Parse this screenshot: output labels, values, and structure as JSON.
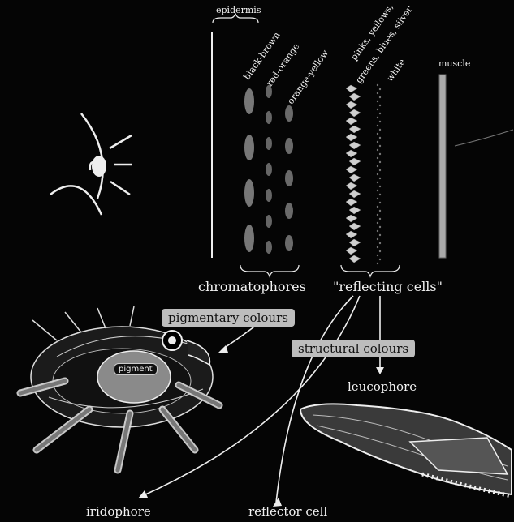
{
  "labels": {
    "epidermis": "epidermis",
    "black_brown": "black-brown",
    "red_orange": "red-orange",
    "orange_yellow": "orange-yellow",
    "pinks_line1": "pinks, yellows,",
    "pinks_line2": "greens, blues, silver",
    "white": "white",
    "muscle": "muscle",
    "chromatophores": "chromatophores",
    "reflecting_cells": "\"reflecting cells\"",
    "pigmentary_colours": "pigmentary colours",
    "structural_colours": "structural colours",
    "leucophore": "leucophore",
    "pigment": "pigment",
    "iridophore": "iridophore",
    "reflector_cell": "reflector cell"
  }
}
